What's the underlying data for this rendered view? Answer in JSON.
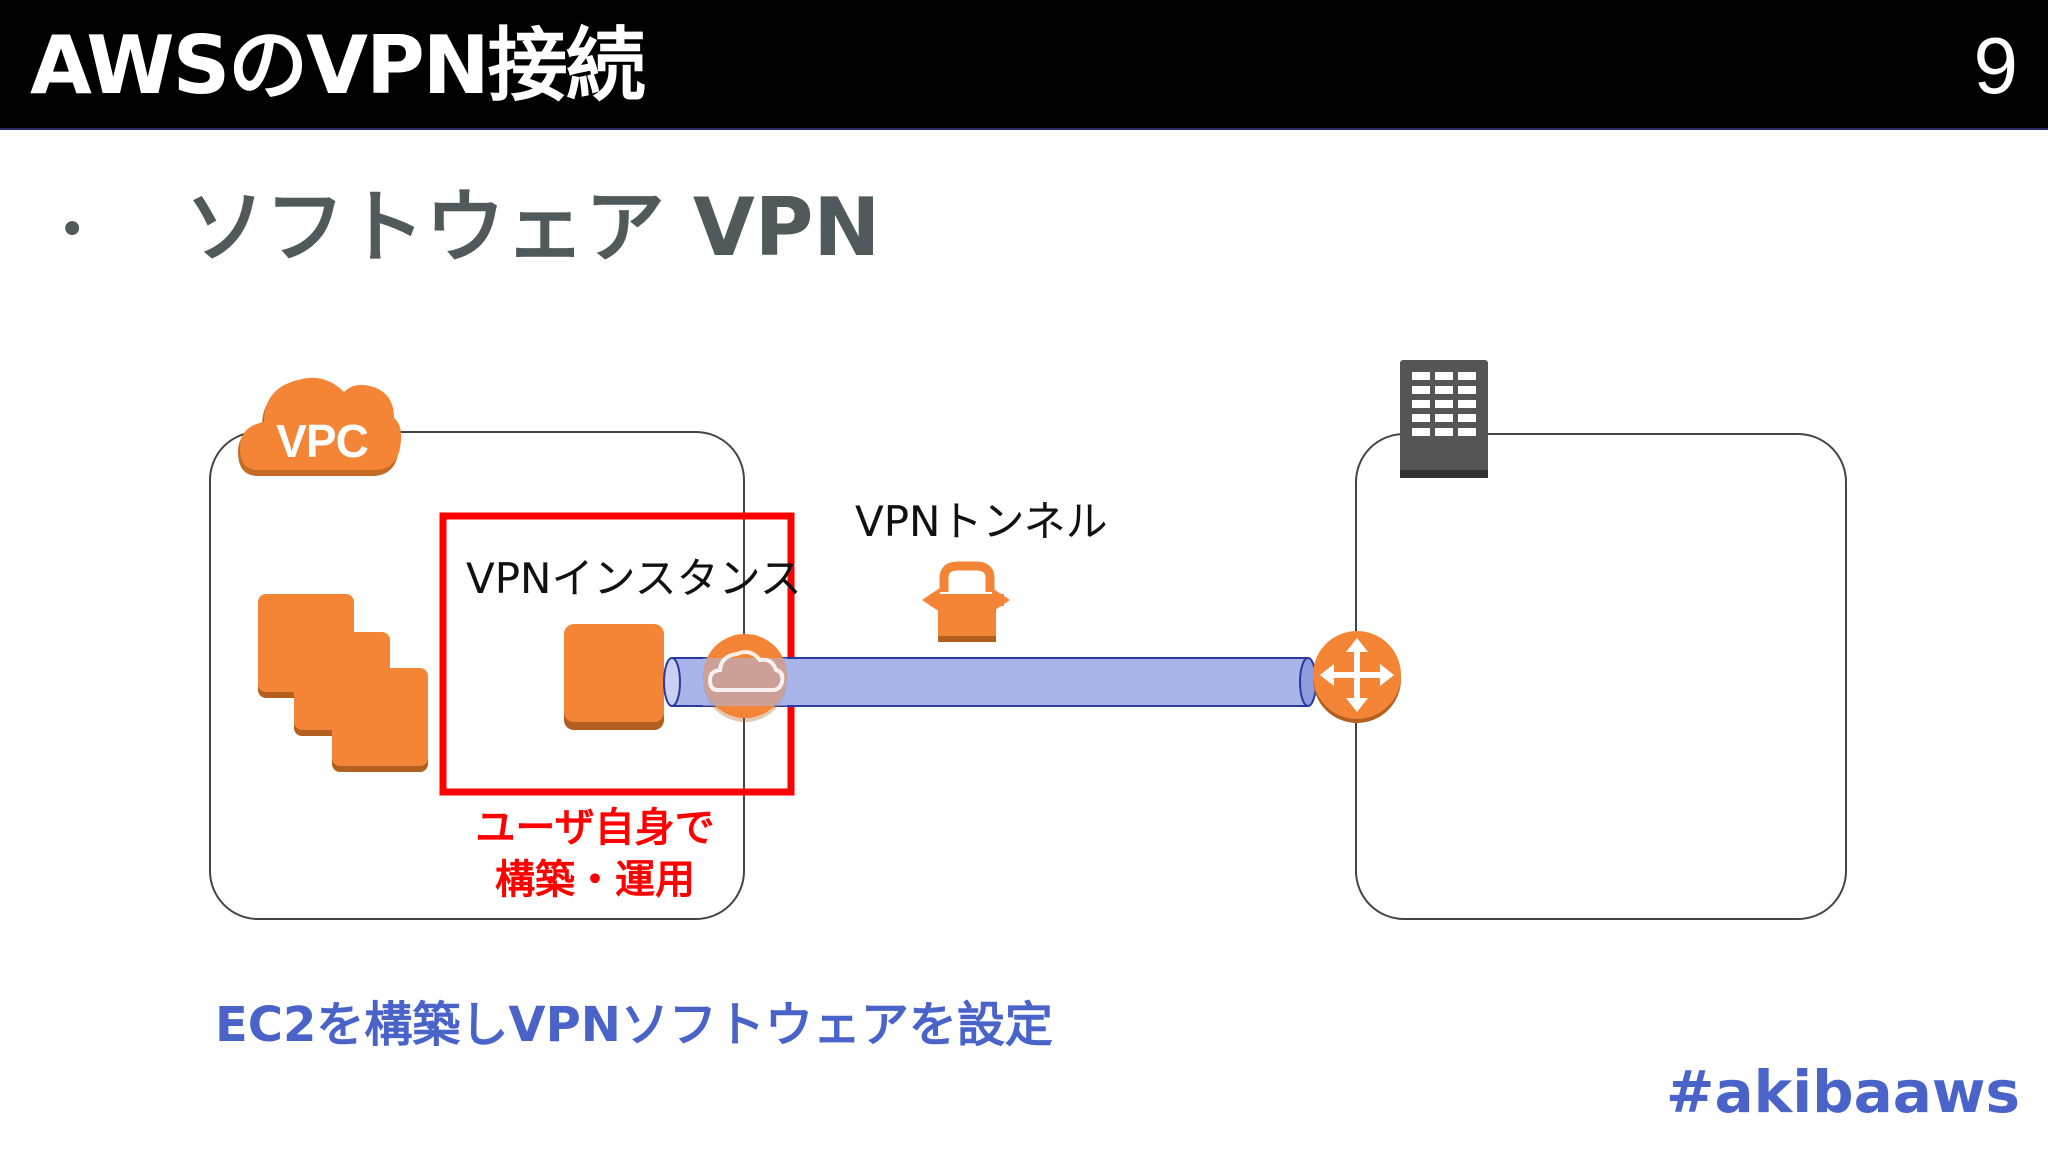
{
  "header": {
    "title": "AWSのVPN接続",
    "page_number": "9"
  },
  "bullet": {
    "text": "ソフトウェア VPN"
  },
  "diagram": {
    "vpc_label": "VPC",
    "vpn_instance_label": "VPNインスタンス",
    "vpn_tunnel_label": "VPNトンネル",
    "user_note_line1": "ユーザ自身で",
    "user_note_line2": "構築・運用",
    "icons": [
      "vpc-cloud-icon",
      "ec2-instances-icon",
      "vpn-instance-icon",
      "vpn-gateway-icon",
      "vpn-lock-icon",
      "router-icon",
      "corporate-building-icon"
    ],
    "colors": {
      "aws_orange": "#F58536",
      "highlight_red": "#FF0000",
      "tunnel_blue": "#A9B4E8",
      "caption_blue": "#4A63C9"
    }
  },
  "caption": "EC2を構築しVPNソフトウェアを設定",
  "hashtag": "#akibaaws"
}
